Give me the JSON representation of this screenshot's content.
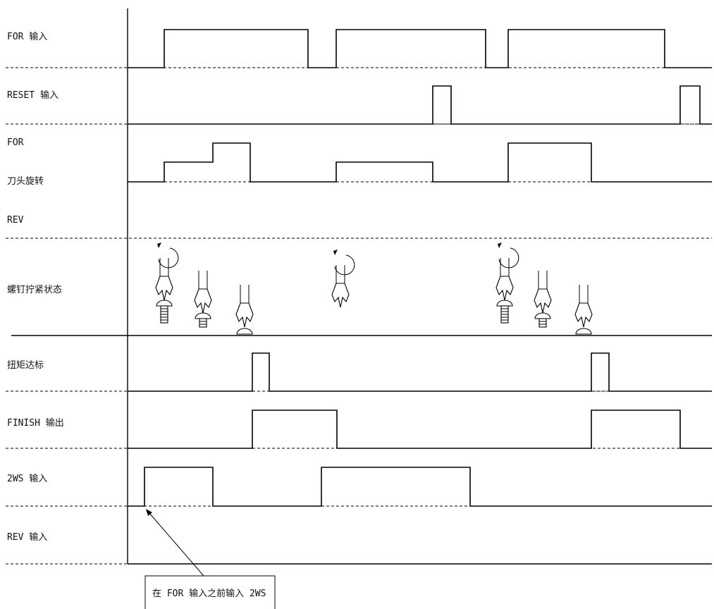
{
  "labels": {
    "for_input": "FOR 输入",
    "reset_input": "RESET 输入",
    "rotation_for": "FOR",
    "rotation_title": "刀头旋转",
    "rotation_rev": "REV",
    "screw_state": "螺钉拧紧状态",
    "torque_reached": "扭矩达标",
    "finish_output": "FINISH 输出",
    "twows_input": "2WS 输入",
    "rev_input": "REV 输入"
  },
  "callout": {
    "text": "在 FOR 输入之前输入 2WS"
  },
  "colors": {
    "line": "#000000",
    "background": "#ffffff"
  }
}
